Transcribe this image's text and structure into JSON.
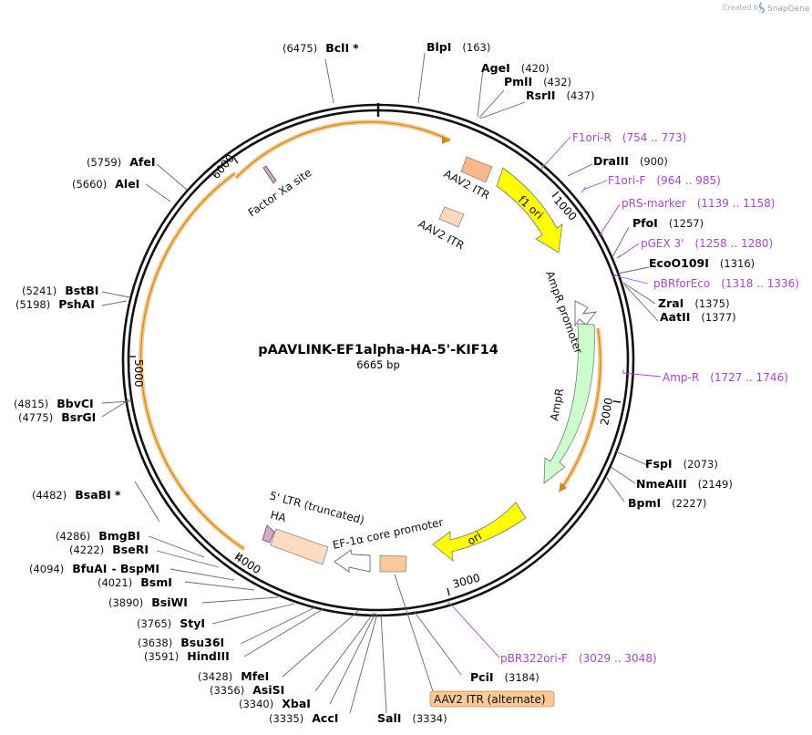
{
  "credit": {
    "prefix": "Created by",
    "brand": "SnapGene"
  },
  "plasmid": {
    "name": "pAAVLINK-EF1alpha-HA-5'-KIF14",
    "size": "6665 bp"
  },
  "ticks": [
    "1000",
    "2000",
    "3000",
    "4000",
    "5000",
    "6000"
  ],
  "sites": [
    {
      "name": "BclI",
      "pos": "(6475)",
      "star": "*"
    },
    {
      "name": "BlpI",
      "pos": "(163)"
    },
    {
      "name": "AgeI",
      "pos": "(420)"
    },
    {
      "name": "PmlI",
      "pos": "(432)"
    },
    {
      "name": "RsrII",
      "pos": "(437)"
    },
    {
      "name": "DraIII",
      "pos": "(900)"
    },
    {
      "name": "PfoI",
      "pos": "(1257)"
    },
    {
      "name": "EcoO109I",
      "pos": "(1316)"
    },
    {
      "name": "ZraI",
      "pos": "(1375)"
    },
    {
      "name": "AatII",
      "pos": "(1377)"
    },
    {
      "name": "FspI",
      "pos": "(2073)"
    },
    {
      "name": "NmeAIII",
      "pos": "(2149)"
    },
    {
      "name": "BpmI",
      "pos": "(2227)"
    },
    {
      "name": "PciI",
      "pos": "(3184)"
    },
    {
      "name": "SalI",
      "pos": "(3334)"
    },
    {
      "name": "AccI",
      "pos": "(3335)"
    },
    {
      "name": "XbaI",
      "pos": "(3340)"
    },
    {
      "name": "AsiSI",
      "pos": "(3356)"
    },
    {
      "name": "MfeI",
      "pos": "(3428)"
    },
    {
      "name": "HindIII",
      "pos": "(3591)"
    },
    {
      "name": "Bsu36I",
      "pos": "(3638)"
    },
    {
      "name": "StyI",
      "pos": "(3765)"
    },
    {
      "name": "BsiWI",
      "pos": "(3890)"
    },
    {
      "name": "BsmI",
      "pos": "(4021)"
    },
    {
      "name": "BfuAI",
      "pos": "(4094)",
      "extra": "- BspMI"
    },
    {
      "name": "BseRI",
      "pos": "(4222)"
    },
    {
      "name": "BmgBI",
      "pos": "(4286)"
    },
    {
      "name": "BsaBI",
      "pos": "(4482)",
      "star": "*"
    },
    {
      "name": "BsrGI",
      "pos": "(4775)"
    },
    {
      "name": "BbvCI",
      "pos": "(4815)"
    },
    {
      "name": "PshAI",
      "pos": "(5198)"
    },
    {
      "name": "BstBI",
      "pos": "(5241)"
    },
    {
      "name": "AleI",
      "pos": "(5660)"
    },
    {
      "name": "AfeI",
      "pos": "(5759)"
    }
  ],
  "primers": [
    {
      "name": "F1ori-R",
      "range": "(754 .. 773)"
    },
    {
      "name": "F1ori-F",
      "range": "(964 .. 985)"
    },
    {
      "name": "pRS-marker",
      "range": "(1139 .. 1158)"
    },
    {
      "name": "pGEX 3'",
      "range": "(1258 .. 1280)"
    },
    {
      "name": "pBRforEco",
      "range": "(1318 .. 1336)"
    },
    {
      "name": "Amp-R",
      "range": "(1727 .. 1746)"
    },
    {
      "name": "pBR322ori-F",
      "range": "(3029 .. 3048)"
    }
  ],
  "features": [
    {
      "name": "AAV2 ITR",
      "color": "#f7b98b"
    },
    {
      "name": "AAV2 ITR",
      "color": "#fcd9bb"
    },
    {
      "name": "f1 ori",
      "color": "#ffff00"
    },
    {
      "name": "AmpR promoter",
      "color": "#ffffff"
    },
    {
      "name": "AmpR",
      "color": "#ccffcc"
    },
    {
      "name": "ori",
      "color": "#ffff00"
    },
    {
      "name": "EF-1α core promoter",
      "color": "#ffffff"
    },
    {
      "name": "5' LTR (truncated)",
      "color": "#fcdcc0"
    },
    {
      "name": "HA",
      "color": "#d6a6c9"
    },
    {
      "name": "Factor Xa site",
      "color": "#d6a6c9"
    },
    {
      "name": "AAV2 ITR (alternate)",
      "color": "#fbc898"
    }
  ],
  "colors": {
    "primer": "#a64ac9",
    "orf_track": "#f0a030",
    "backbone": "#111111"
  }
}
